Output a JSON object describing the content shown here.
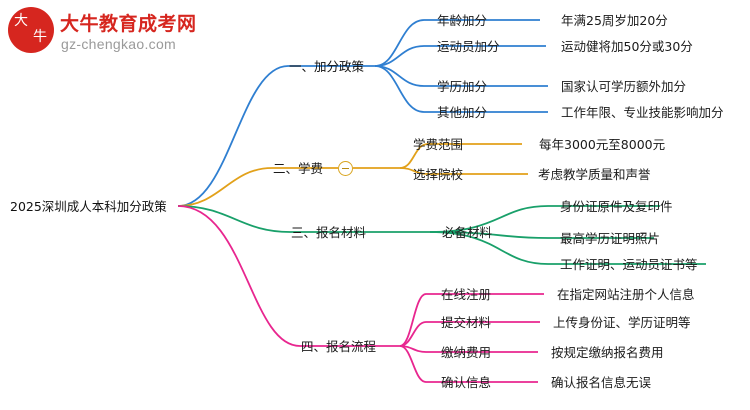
{
  "watermark": {
    "badge_char_1": "大",
    "badge_char_2": "牛",
    "title": "大牛教育成考网",
    "subtitle": "gz-chengkao.com",
    "brand_color": "#d6261f"
  },
  "mindmap": {
    "root": "2025深圳成人本科加分政策",
    "colors": {
      "branch1": "#2f7fd1",
      "branch2": "#e2a11a",
      "branch3": "#19a06a",
      "branch4": "#e8268f"
    },
    "branches": [
      {
        "label": "一、加分政策",
        "color": "#2f7fd1",
        "children": [
          {
            "label": "年龄加分",
            "detail": "年满25周岁加20分"
          },
          {
            "label": "运动员加分",
            "detail": "运动健将加50分或30分"
          },
          {
            "label": "学历加分",
            "detail": "国家认可学历额外加分"
          },
          {
            "label": "其他加分",
            "detail": "工作年限、专业技能影响加分"
          }
        ]
      },
      {
        "label": "二、学费",
        "color": "#e2a11a",
        "collapse_icon": "minus-circle-icon",
        "children": [
          {
            "label": "学费范围",
            "detail": "每年3000元至8000元"
          },
          {
            "label": "选择院校",
            "detail": "考虑教学质量和声誉"
          }
        ]
      },
      {
        "label": "三、报名材料",
        "color": "#19a06a",
        "children": [
          {
            "label": "必备材料",
            "detail": "身份证原件及复印件"
          },
          {
            "label": "",
            "detail": "最高学历证明照片"
          },
          {
            "label": "",
            "detail": "工作证明、运动员证书等"
          }
        ]
      },
      {
        "label": "四、报名流程",
        "color": "#e8268f",
        "children": [
          {
            "label": "在线注册",
            "detail": "在指定网站注册个人信息"
          },
          {
            "label": "提交材料",
            "detail": "上传身份证、学历证明等"
          },
          {
            "label": "缴纳费用",
            "detail": "按规定缴纳报名费用"
          },
          {
            "label": "确认信息",
            "detail": "确认报名信息无误"
          }
        ]
      }
    ]
  }
}
